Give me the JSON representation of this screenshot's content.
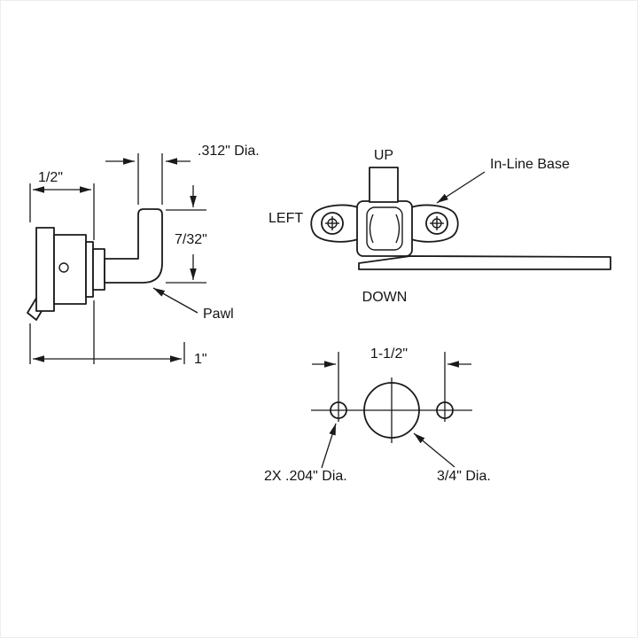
{
  "colors": {
    "line": "#1a1a1a",
    "background": "#ffffff"
  },
  "side_view": {
    "dia_label": ".312\" Dia.",
    "half_inch_label": "1/2\"",
    "seven_32_label": "7/32\"",
    "pawl_label": "Pawl",
    "one_inch_label": "1\""
  },
  "top_view": {
    "up_label": "UP",
    "left_label": "LEFT",
    "down_label": "DOWN",
    "base_label": "In-Line Base"
  },
  "hole_template": {
    "spacing_label": "1-1/2\"",
    "small_holes_label": "2X .204\" Dia.",
    "large_hole_label": "3/4\" Dia."
  }
}
